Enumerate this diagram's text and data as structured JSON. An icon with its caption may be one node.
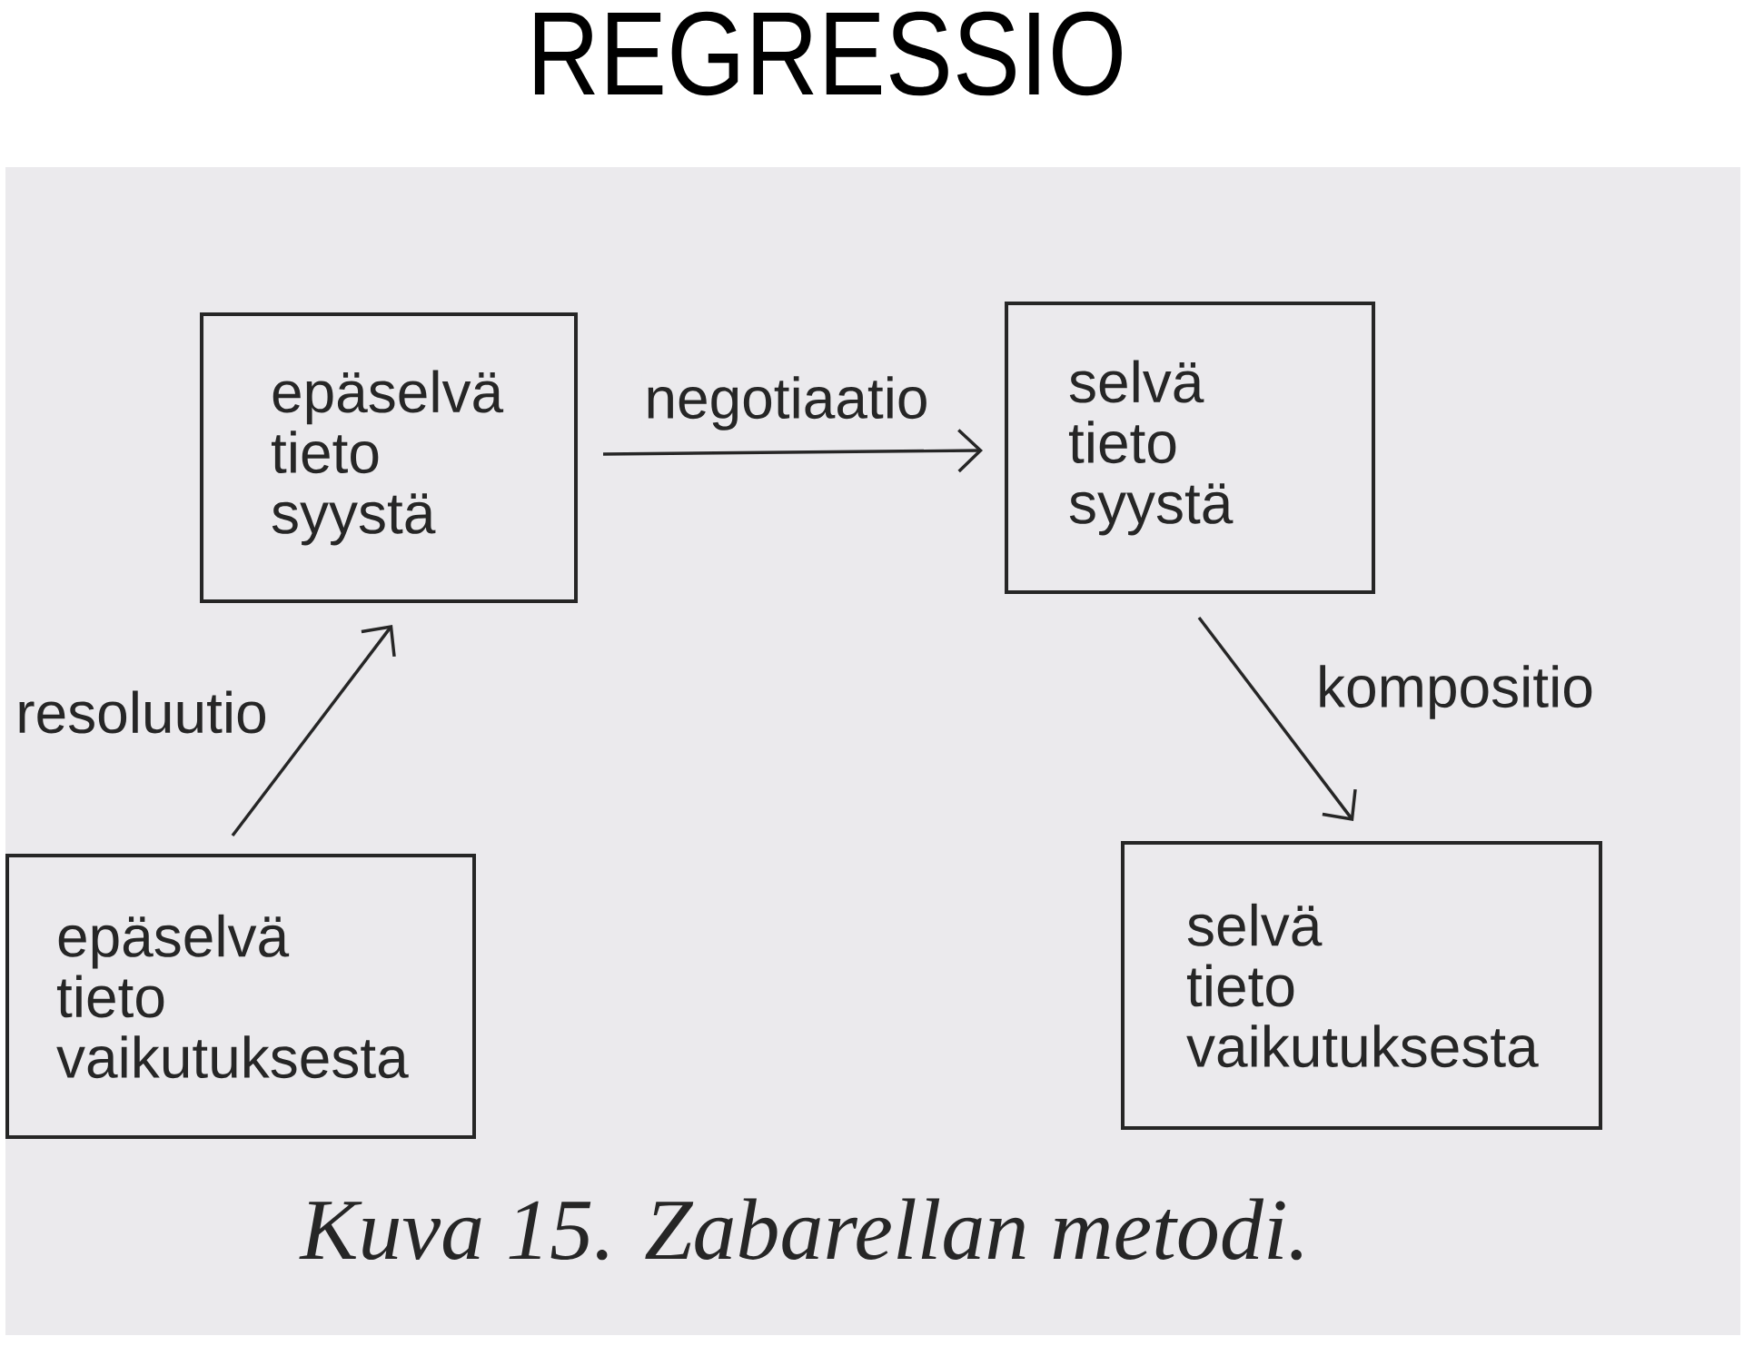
{
  "diagram": {
    "title": "REGRESSIO",
    "caption": "Kuva 15. Zabarellan metodi.",
    "nodes": [
      {
        "text": [
          "epäselvä tieto syystä"
        ]
      },
      {
        "text": [
          "selvä tieto syystä"
        ]
      },
      {
        "text": [
          "epäselvä tieto vaikutuksesta"
        ]
      },
      {
        "text": [
          "selvä tieto vaikutuksesta"
        ]
      }
    ],
    "edges": [
      {
        "from": 0,
        "to": 1,
        "arrow": "to",
        "label": "negotiaatio"
      },
      {
        "from": 2,
        "to": 0,
        "arrow": "to",
        "label": "resoluutio"
      },
      {
        "from": 1,
        "to": 3,
        "arrow": "to",
        "label": "kompositio"
      }
    ]
  }
}
